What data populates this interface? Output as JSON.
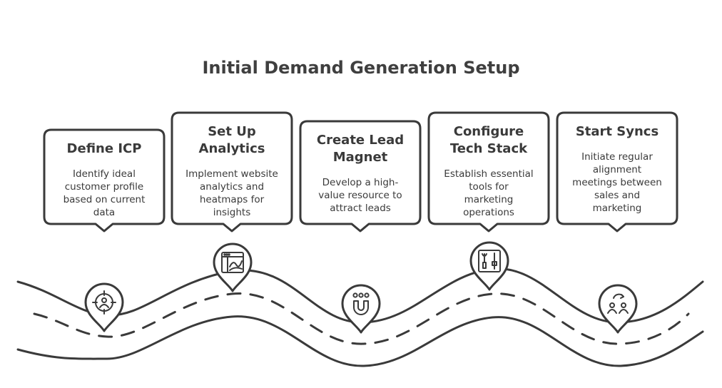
{
  "title": "Initial Demand Generation Setup",
  "steps": [
    {
      "title_lines": [
        "Define ICP"
      ],
      "desc_lines": [
        "Identify ideal",
        "customer profile",
        "based on current",
        "data"
      ],
      "icon": "target-user-icon"
    },
    {
      "title_lines": [
        "Set Up",
        "Analytics"
      ],
      "desc_lines": [
        "Implement website",
        "analytics and",
        "heatmaps for",
        "insights"
      ],
      "icon": "analytics-dashboard-icon"
    },
    {
      "title_lines": [
        "Create Lead",
        "Magnet"
      ],
      "desc_lines": [
        "Develop a high-",
        "value resource to",
        "attract leads"
      ],
      "icon": "magnet-people-icon"
    },
    {
      "title_lines": [
        "Configure",
        "Tech Stack"
      ],
      "desc_lines": [
        "Establish essential",
        "tools for",
        "marketing",
        "operations"
      ],
      "icon": "tools-settings-icon"
    },
    {
      "title_lines": [
        "Start Syncs"
      ],
      "desc_lines": [
        "Initiate regular",
        "alignment",
        "meetings between",
        "sales and",
        "marketing"
      ],
      "icon": "sync-people-icon"
    }
  ]
}
